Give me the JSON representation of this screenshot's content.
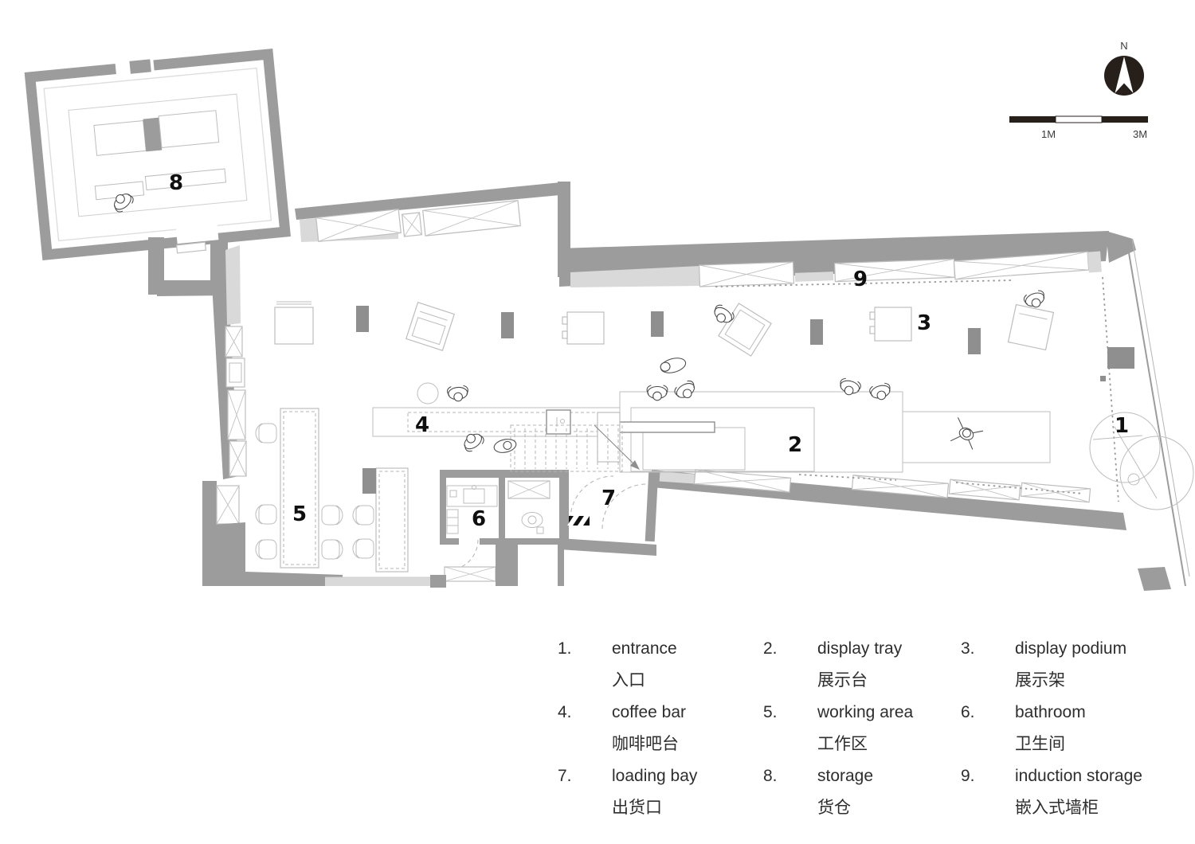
{
  "plan": {
    "north_label": "N",
    "scale_bar": {
      "label_1m": "1M",
      "label_3m": "3M"
    },
    "room_labels": [
      "1",
      "2",
      "3",
      "4",
      "5",
      "6",
      "7",
      "8",
      "9"
    ]
  },
  "legend": {
    "entries": [
      {
        "num": "1.",
        "en": "entrance",
        "zh": "入口"
      },
      {
        "num": "2.",
        "en": "display tray",
        "zh": "展示台"
      },
      {
        "num": "3.",
        "en": "display podium",
        "zh": "展示架"
      },
      {
        "num": "4.",
        "en": "coffee bar",
        "zh": "咖啡吧台"
      },
      {
        "num": "5.",
        "en": "working area",
        "zh": "工作区"
      },
      {
        "num": "6.",
        "en": "bathroom",
        "zh": "卫生间"
      },
      {
        "num": "7.",
        "en": "loading bay",
        "zh": "出货口"
      },
      {
        "num": "8.",
        "en": "storage",
        "zh": "货仓"
      },
      {
        "num": "9.",
        "en": "induction storage",
        "zh": "嵌入式墙柜"
      }
    ]
  },
  "colors": {
    "wall": "#9c9c9c",
    "column": "#8f8f8f",
    "lightfill": "#d9d9d9",
    "line": "#bdbdbd",
    "north": "#261f1a",
    "label": "#0f0f0f"
  }
}
